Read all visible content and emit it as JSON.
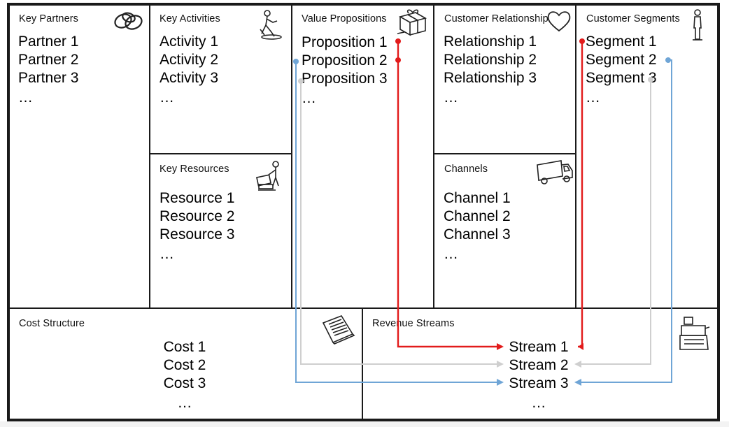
{
  "canvas": {
    "blocks": {
      "key_partners": {
        "title": "Key Partners",
        "items": [
          "Partner 1",
          "Partner 2",
          "Partner 3",
          "…"
        ]
      },
      "key_activities": {
        "title": "Key Activities",
        "items": [
          "Activity 1",
          "Activity 2",
          "Activity 3",
          "…"
        ]
      },
      "key_resources": {
        "title": "Key Resources",
        "items": [
          "Resource 1",
          "Resource 2",
          "Resource 3",
          "…"
        ]
      },
      "value_propositions": {
        "title": "Value Propositions",
        "items": [
          "Proposition 1",
          "Proposition 2",
          "Proposition 3",
          "…"
        ]
      },
      "customer_relationships": {
        "title": "Customer Relationship",
        "items": [
          "Relationship 1",
          "Relationship 2",
          "Relationship 3",
          "…"
        ]
      },
      "channels": {
        "title": "Channels",
        "items": [
          "Channel 1",
          "Channel 2",
          "Channel 3",
          "…"
        ]
      },
      "customer_segments": {
        "title": "Customer Segments",
        "items": [
          "Segment 1",
          "Segment 2",
          "Segment 3",
          "…"
        ]
      },
      "cost_structure": {
        "title": "Cost Structure",
        "items": [
          "Cost 1",
          "Cost 2",
          "Cost 3",
          "…"
        ]
      },
      "revenue_streams": {
        "title": "Revenue Streams",
        "items": [
          "Stream 1",
          "Stream 2",
          "Stream 3",
          "…"
        ]
      }
    },
    "links": [
      {
        "from": [
          "Proposition 1",
          "Proposition 2",
          "Segment 1"
        ],
        "to": "Stream 1",
        "color": "#e21b1b"
      },
      {
        "from": [
          "Proposition 3",
          "Segment 3"
        ],
        "to": "Stream 2",
        "color": "#cfcfcf"
      },
      {
        "from": [
          "Proposition 2",
          "Segment 2"
        ],
        "to": "Stream 3",
        "color": "#6fa5d6"
      }
    ],
    "icons": {
      "key_partners": "chain-links-icon",
      "key_activities": "person-working-icon",
      "key_resources": "person-with-boxes-icon",
      "value_propositions": "gift-package-icon",
      "customer_relationships": "heart-icon",
      "channels": "delivery-truck-icon",
      "customer_segments": "standing-person-icon",
      "cost_structure": "receipt-paper-icon",
      "revenue_streams": "cash-register-icon"
    }
  }
}
